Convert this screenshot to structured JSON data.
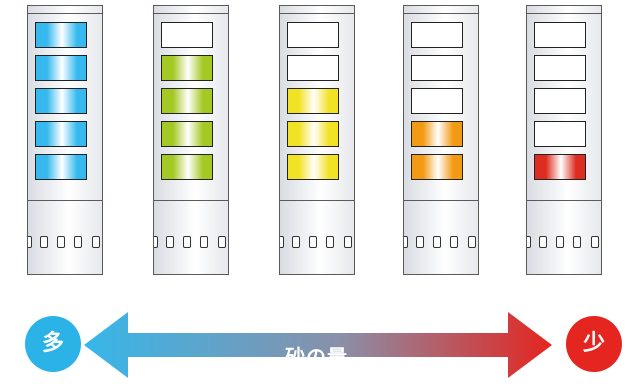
{
  "scale": {
    "label": "砂の量",
    "more": "多",
    "less": "少"
  },
  "colors": {
    "more": "#2bb3e8",
    "less": "#e5251f",
    "levels": [
      "#35b9ef",
      "#a4c824",
      "#f2e224",
      "#f39a14",
      "#dd2d20"
    ]
  },
  "meters": [
    {
      "filled": 5,
      "color": "#35b9ef"
    },
    {
      "filled": 4,
      "color": "#a4c824"
    },
    {
      "filled": 3,
      "color": "#f2e224"
    },
    {
      "filled": 2,
      "color": "#f39a14"
    },
    {
      "filled": 1,
      "color": "#dd2d20"
    }
  ]
}
